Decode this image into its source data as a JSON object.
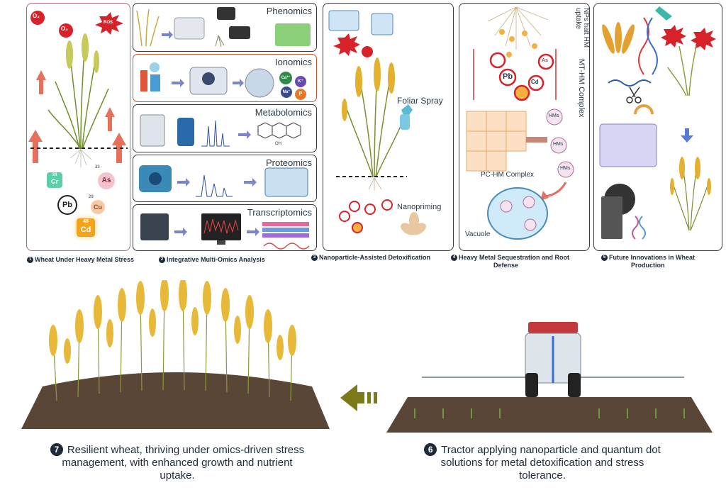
{
  "panel1": {
    "caption_num": "1",
    "caption": "Wheat Under Heavy Metal Stress",
    "o2_label": "O₂",
    "ros_label": "ROS",
    "elements": {
      "cr_num": "24",
      "cr": "Cr",
      "as_num": "33",
      "as": "As",
      "pb": "Pb",
      "cu_num": "29",
      "cu": "Cu",
      "cd_num": "48",
      "cd": "Cd"
    }
  },
  "panel2": {
    "caption_num": "2",
    "caption": "Integrative Multi-Omics Analysis",
    "phenomics": "Phenomics",
    "ionomics": "Ionomics",
    "metabolomics": "Metabolomics",
    "proteomics": "Proteomics",
    "transcriptomics": "Transcriptomics",
    "ions": {
      "ca": "Ca²⁺",
      "k": "K⁺",
      "na": "Na⁺",
      "p": "P"
    },
    "oh": "OH"
  },
  "panel3": {
    "caption_num": "3",
    "caption": "Nanoparticle-Assisted Detoxification",
    "foliar": "Foliar Spray",
    "nanopriming": "Nanopriming"
  },
  "panel4": {
    "caption_num": "4",
    "caption_line1": "Heavy Metal Sequestration and Root",
    "caption_line2": "Defense",
    "nps_line1": "NPs halt HM",
    "nps_line2": "uptake",
    "mt": "MT-HM Complex",
    "pc": "PC-HM Complex",
    "vacuole": "Vacuole",
    "hms": "HMs",
    "pb": "Pb",
    "cd": "Cd",
    "as": "As"
  },
  "panel5": {
    "caption_num": "5",
    "caption_line1": "Future Innovations in Wheat",
    "caption_line2": "Production"
  },
  "step6": {
    "num": "6",
    "line1": "Tractor applying nanoparticle and quantum dot",
    "line2": "solutions for metal detoxification and stress",
    "line3": "tolerance."
  },
  "step7": {
    "num": "7",
    "line1": "Resilient wheat, thriving under omics-driven stress",
    "line2": "management, with enhanced growth and nutrient",
    "line3": "uptake."
  },
  "colors": {
    "ros_red": "#d8222a",
    "wheat": "#e4b030",
    "soil": "#5a4636",
    "arrow_olive": "#7a7a1a",
    "tractor_red": "#c43a3a"
  }
}
